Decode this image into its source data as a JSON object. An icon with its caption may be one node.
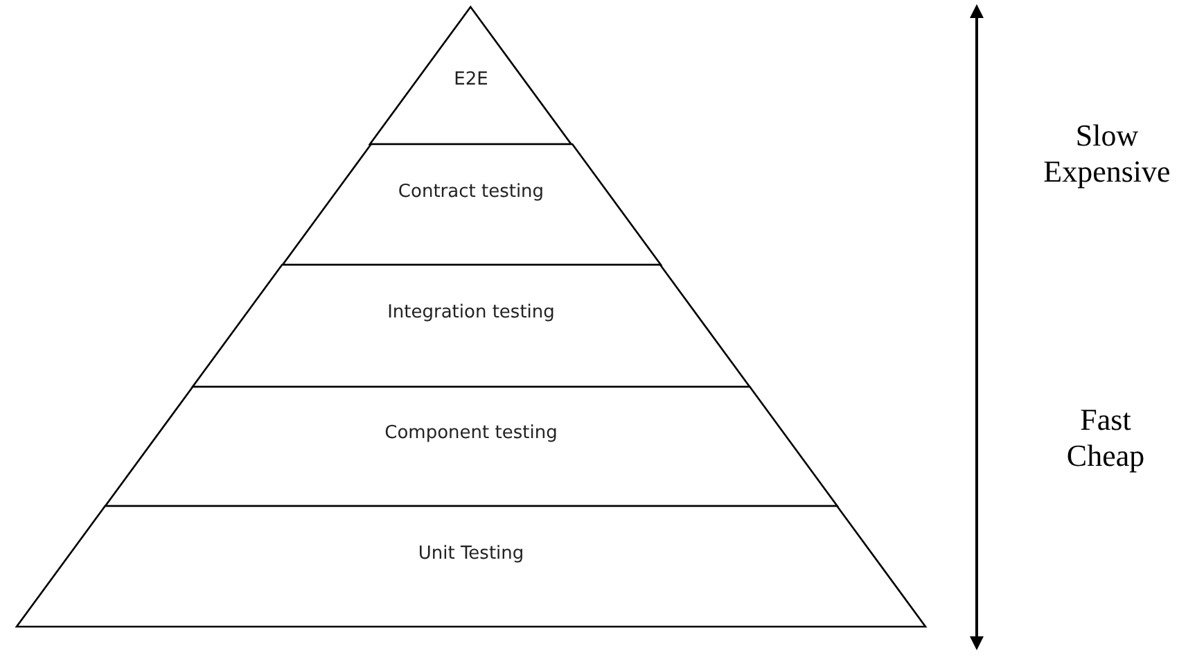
{
  "diagram": {
    "nodes": [
      {
        "text": [
          "E2E"
        ]
      },
      {
        "text": [
          "Contract testing"
        ]
      },
      {
        "text": [
          "Integration testing"
        ]
      },
      {
        "text": [
          "Component testing"
        ]
      },
      {
        "text": [
          "Unit Testing"
        ]
      }
    ],
    "labels": [
      "Slow Expensive",
      "Fast Cheap"
    ]
  }
}
